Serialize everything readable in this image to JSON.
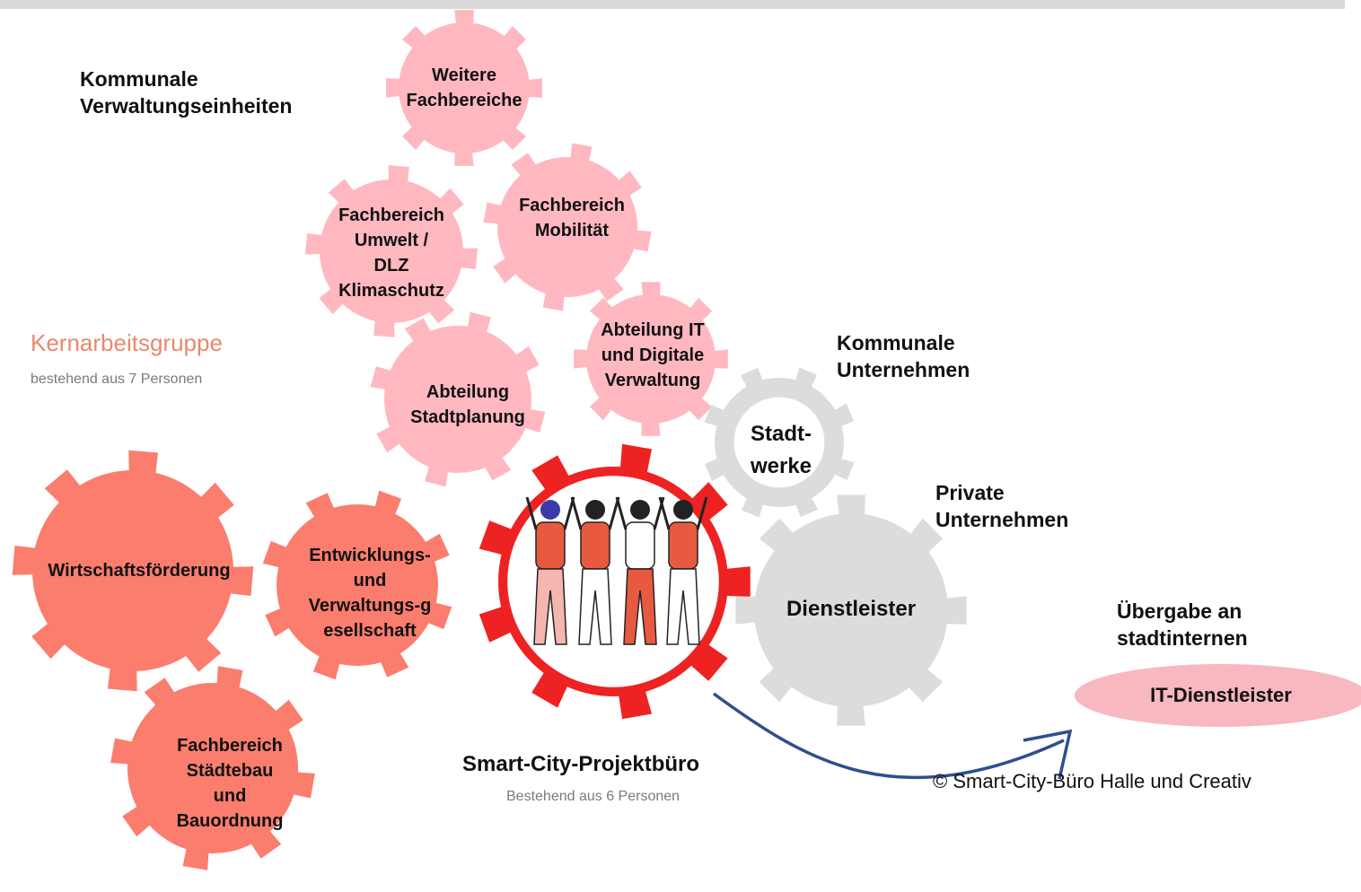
{
  "colors": {
    "light_pink": "#ffb8c0",
    "salmon": "#fa7d6e",
    "red": "#ee2222",
    "grey": "#dcdcdc",
    "accent_orange": "#e8896d",
    "arrow_blue": "#2e4e8f"
  },
  "headings": {
    "kommunale_verwaltung": "Kommunale\nVerwaltungseinheiten",
    "kommunale_unternehmen": "Kommunale\nUnternehmen",
    "private_unternehmen": "Private\nUnternehmen",
    "uebergabe": "Übergabe an\nstadtinternen"
  },
  "kernarbeitsgruppe": {
    "title": "Kernarbeitsgruppe",
    "subtitle": "bestehend aus 7 Personen"
  },
  "projektbuero": {
    "title": "Smart-City-Projektbüro",
    "subtitle": "Bestehend aus 6 Personen"
  },
  "oval_label": "IT-Dienstleister",
  "copyright": "Smart-City-Büro Halle und Creativ",
  "gears": [
    {
      "id": "weitere",
      "label": "Weitere\nFachbereiche",
      "color": "light_pink"
    },
    {
      "id": "mobilitaet",
      "label": "Fachbereich\nMobilität",
      "color": "light_pink"
    },
    {
      "id": "umwelt",
      "label": "Fachbereich\nUmwelt  /\nDLZ\nKlimaschutz",
      "color": "light_pink"
    },
    {
      "id": "it",
      "label": "Abteilung IT\nund Digitale\nVerwaltung",
      "color": "light_pink"
    },
    {
      "id": "stadtplanung",
      "label": "Abteilung\nStadtplanung",
      "color": "light_pink"
    },
    {
      "id": "stadtwerke",
      "label": "Stadt-\nwerke",
      "color": "grey"
    },
    {
      "id": "dienstleister",
      "label": "Dienstleister",
      "color": "grey"
    },
    {
      "id": "wirtschaft",
      "label": "Wirtschaftsförderung",
      "color": "salmon"
    },
    {
      "id": "entwicklung",
      "label": "Entwicklungs-\nund\nVerwaltungs-g\nesellschaft",
      "color": "salmon"
    },
    {
      "id": "staedtebau",
      "label": "Fachbereich\nStädtebau\nund\nBauordnung",
      "color": "salmon"
    },
    {
      "id": "projektbuero",
      "label": "",
      "color": "red"
    }
  ]
}
